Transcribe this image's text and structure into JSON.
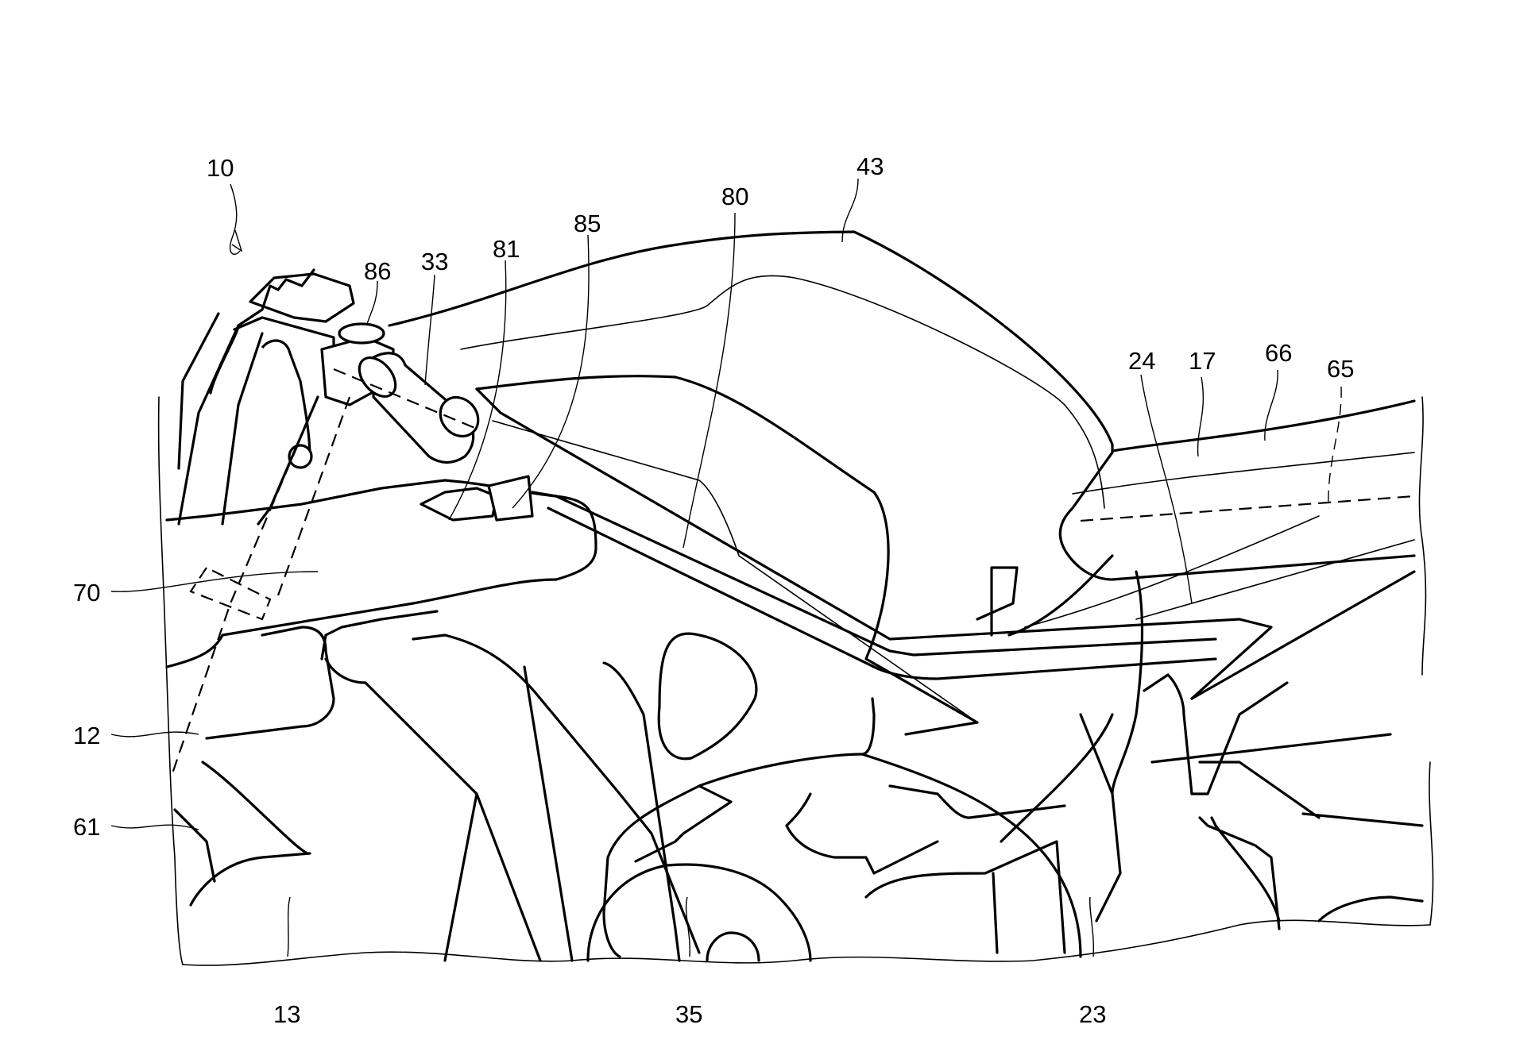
{
  "figure": {
    "type": "patent-drawing",
    "subject": "motorcycle side view with handlebar grip",
    "line_color": "#000000",
    "background": "#ffffff"
  },
  "labels": {
    "l10": "10",
    "l86": "86",
    "l33": "33",
    "l81": "81",
    "l85": "85",
    "l80": "80",
    "l43": "43",
    "l24": "24",
    "l17": "17",
    "l66": "66",
    "l65": "65",
    "l70": "70",
    "l12": "12",
    "l61": "61",
    "l13": "13",
    "l35": "35",
    "l23": "23"
  }
}
